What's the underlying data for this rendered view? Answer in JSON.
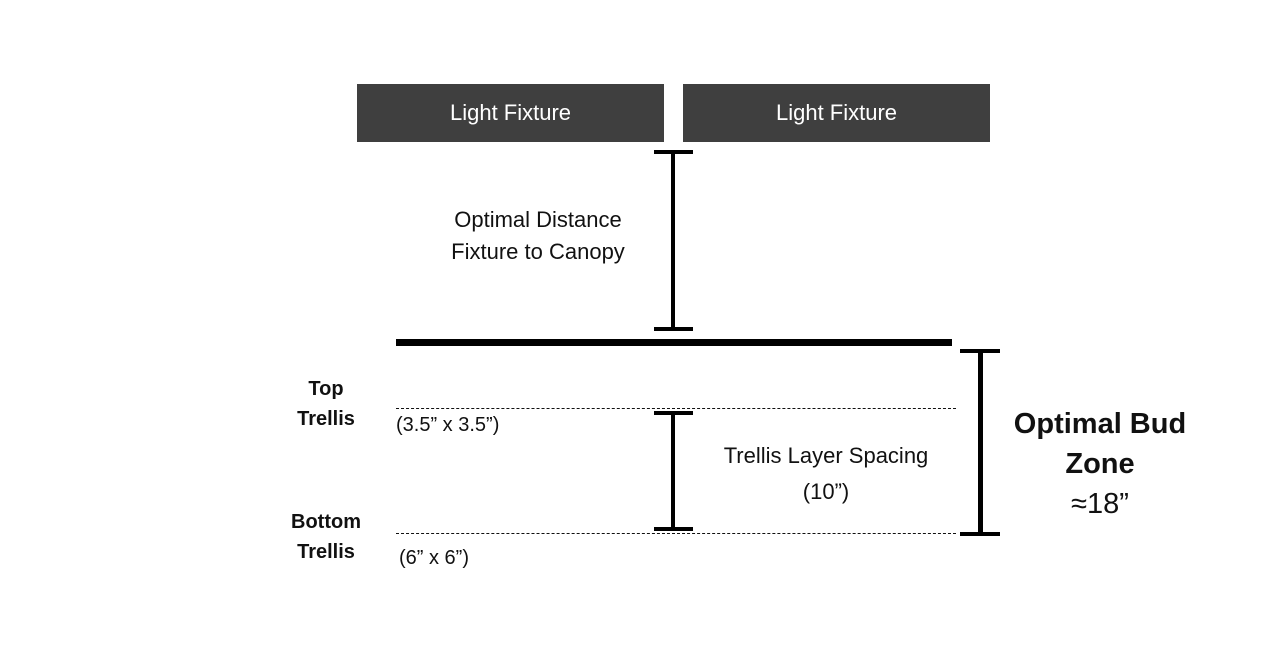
{
  "fixtures": [
    {
      "label": "Light Fixture"
    },
    {
      "label": "Light Fixture"
    }
  ],
  "distance": {
    "line1": "Optimal Distance",
    "line2": "Fixture to Canopy"
  },
  "top_trellis": {
    "line1": "Top",
    "line2": "Trellis",
    "size": "(3.5” x 3.5”)"
  },
  "bottom_trellis": {
    "line1": "Bottom",
    "line2": "Trellis",
    "size": "(6” x 6”)"
  },
  "spacing": {
    "line1": "Trellis Layer Spacing",
    "line2": "(10”)"
  },
  "bud_zone": {
    "line1": "Optimal Bud",
    "line2": "Zone",
    "value": "≈18”"
  }
}
